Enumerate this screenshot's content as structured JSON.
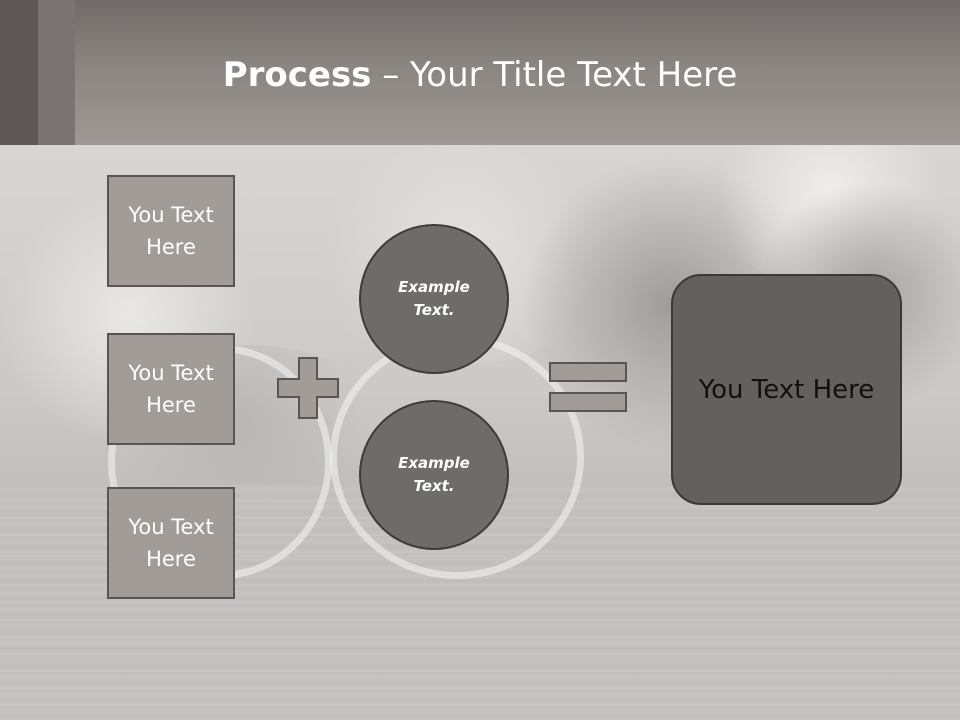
{
  "title": {
    "bold": "Process",
    "rest": " – Your Title Text Here"
  },
  "diagram": {
    "inputs": [
      {
        "label": "You Text Here"
      },
      {
        "label": "You Text Here"
      },
      {
        "label": "You Text Here"
      }
    ],
    "circles": [
      {
        "label": "Example Text."
      },
      {
        "label": "Example Text."
      }
    ],
    "result": {
      "label": "You Text Here"
    },
    "plus_icon": "plus-icon",
    "equals_icon": "equals-icon"
  },
  "colors": {
    "box_fill": "#a19c98",
    "circle_fill": "#6f6b69",
    "result_fill": "#636160",
    "header": "#8a8581"
  }
}
